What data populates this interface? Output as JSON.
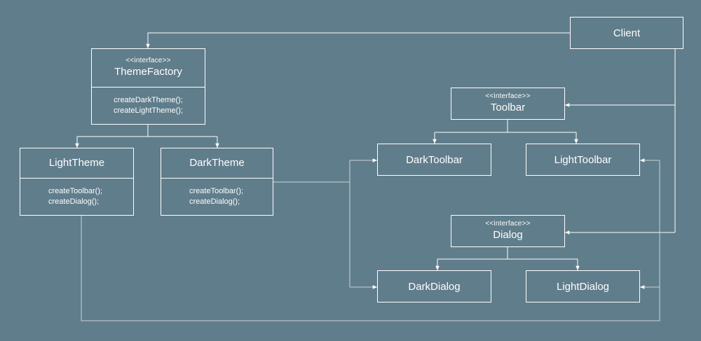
{
  "diagram": {
    "client": {
      "name": "Client"
    },
    "theme_factory": {
      "stereotype": "<<interface>>",
      "name": "ThemeFactory",
      "methods": [
        "createDarkTheme();",
        "createLightTheme();"
      ]
    },
    "light_theme": {
      "name": "LightTheme",
      "methods": [
        "createToolbar();",
        "createDialog();"
      ]
    },
    "dark_theme": {
      "name": "DarkTheme",
      "methods": [
        "createToolbar();",
        "createDialog();"
      ]
    },
    "toolbar": {
      "stereotype": "<<interface>>",
      "name": "Toolbar"
    },
    "dark_toolbar": {
      "name": "DarkToolbar"
    },
    "light_toolbar": {
      "name": "LightToolbar"
    },
    "dialog": {
      "stereotype": "<<interface>>",
      "name": "Dialog"
    },
    "dark_dialog": {
      "name": "DarkDialog"
    },
    "light_dialog": {
      "name": "LightDialog"
    }
  },
  "colors": {
    "background": "#607d8b",
    "line": "#ffffff",
    "connector": "#c9d4d9"
  }
}
